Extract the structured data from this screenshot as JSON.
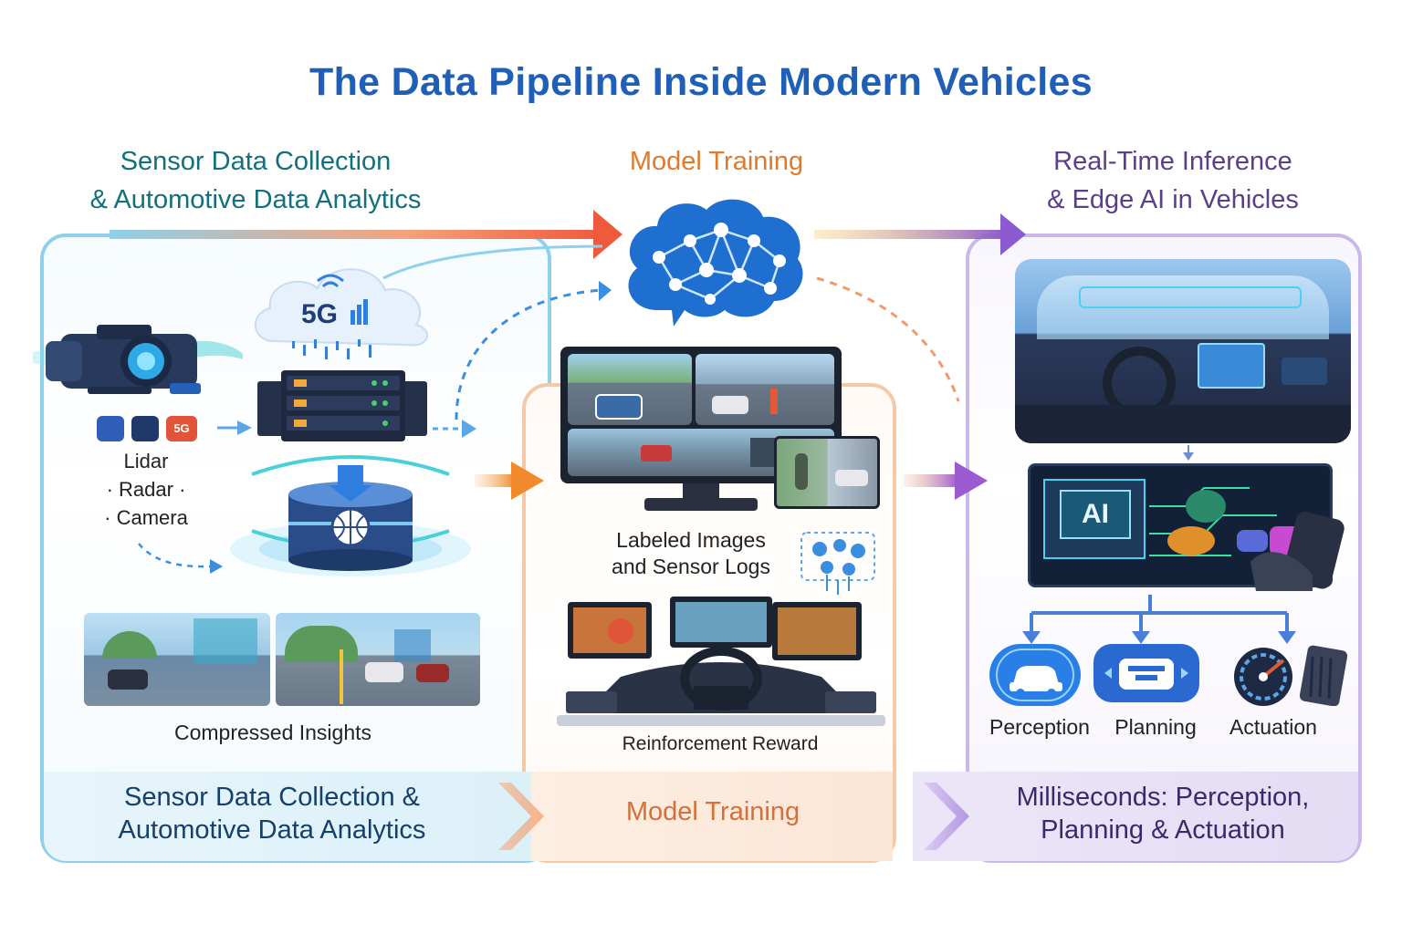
{
  "title": "The Data Pipeline Inside Modern Vehicles",
  "headers": {
    "left_line1": "Sensor Data Collection",
    "left_line2": "& Automotive Data Analytics",
    "middle": "Model Training",
    "right_line1": "Real-Time Inference",
    "right_line2": "& Edge AI in Vehicles"
  },
  "left_panel": {
    "network_badge": "5G",
    "sensor_badge": "5G",
    "sensors": [
      "Lidar",
      "· Radar ·",
      "· Camera"
    ],
    "caption": "Compressed Insights"
  },
  "middle_panel": {
    "caption_line1": "Labeled Images",
    "caption_line2": "and Sensor Logs",
    "caption2": "Reinforcement Reward"
  },
  "right_panel": {
    "chip_label": "AI",
    "steps": [
      "Perception",
      "Planning",
      "Actuation"
    ]
  },
  "bottom_band": {
    "left_line1": "Sensor Data Collection &",
    "left_line2": "Automotive Data Analytics",
    "middle": "Model Training",
    "right_line1": "Milliseconds: Perception,",
    "right_line2": "Planning & Actuation"
  },
  "colors": {
    "title": "#1f5fb8",
    "teal": "#12707a",
    "orange": "#dd7a2e",
    "purple": "#5a3f8a",
    "blue_accent": "#2f7fe0"
  },
  "icons": [
    "camera-icon",
    "cloud-5g-icon",
    "server-rack-icon",
    "database-globe-icon",
    "brain-network-icon",
    "monitor-icon",
    "cockpit-icon",
    "ai-chip-icon",
    "car-icon",
    "planning-icon",
    "gauge-icon"
  ]
}
